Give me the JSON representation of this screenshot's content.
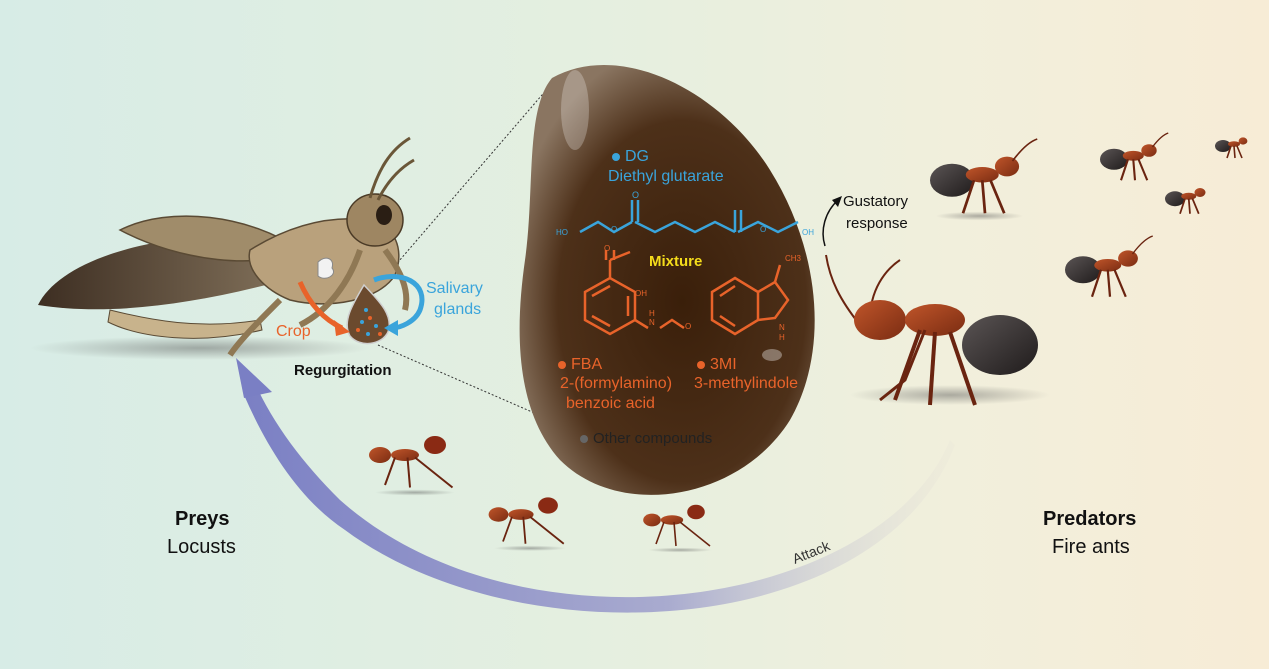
{
  "drop": {
    "mixture": "Mixture",
    "dg": {
      "abbr": "DG",
      "name": "Diethyl glutarate",
      "color": "#3aa4db"
    },
    "fba": {
      "abbr": "FBA",
      "name_line1": "2-(formylamino)",
      "name_line2": "benzoic acid",
      "color": "#e8632a"
    },
    "mi": {
      "abbr": "3MI",
      "name": "3-methylindole",
      "color": "#e8632a"
    },
    "other": "Other compounds",
    "struct_labels": {
      "ho": "HO",
      "oh_left": "O",
      "oh_mid": "O",
      "oh_right": "OH",
      "cooh_oh": "OH",
      "cooh_o": "O",
      "nh_n": "N",
      "nh_h": "H",
      "ald_o": "O",
      "ch3": "CH3",
      "indole_n": "N",
      "indole_h": "H"
    }
  },
  "locust": {
    "salivary": "Salivary",
    "glands": "glands",
    "crop": "Crop",
    "regurgitation": "Regurgitation"
  },
  "ant": {
    "gustatory": "Gustatory",
    "response": "response"
  },
  "left_caption": {
    "title": "Preys",
    "subtitle": "Locusts"
  },
  "right_caption": {
    "title": "Predators",
    "subtitle": "Fire ants"
  },
  "arrow_label": "Attack",
  "colors": {
    "blue": "#3aa4db",
    "orange": "#e8632a",
    "yellow": "#f4dc1b",
    "drop": "#4a2c14",
    "attack_arrow": "#7a7fbf"
  }
}
